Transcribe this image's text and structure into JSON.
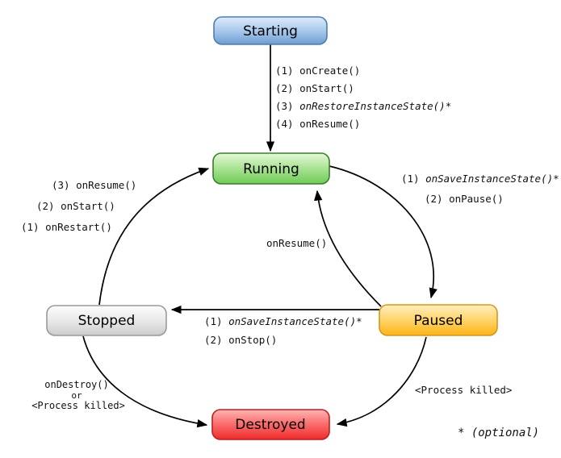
{
  "states": {
    "starting": {
      "label": "Starting",
      "colors": {
        "light": "#dcebfb",
        "mid": "#a9c9ec",
        "dark": "#6d9cd1",
        "border": "#4d7dad"
      }
    },
    "running": {
      "label": "Running",
      "colors": {
        "light": "#e4f9d7",
        "mid": "#a8e392",
        "dark": "#6fcb58",
        "border": "#3a7d2e"
      }
    },
    "stopped": {
      "label": "Stopped",
      "colors": {
        "light": "#fdfdfd",
        "mid": "#e9e9e9",
        "dark": "#cccccc",
        "border": "#999999"
      }
    },
    "paused": {
      "label": "Paused",
      "colors": {
        "light": "#ffefc0",
        "mid": "#ffd46a",
        "dark": "#fcb316",
        "border": "#d6951b"
      }
    },
    "destroyed": {
      "label": "Destroyed",
      "colors": {
        "light": "#ffb5b5",
        "mid": "#fa6a6a",
        "dark": "#ee2c2c",
        "border": "#bb1f1f"
      }
    }
  },
  "transitions": {
    "starting_to_running": {
      "lines": [
        {
          "prefix": "(1)",
          "fn": "onCreate()"
        },
        {
          "prefix": "(2)",
          "fn": "onStart()"
        },
        {
          "prefix": "(3)",
          "fn": "onRestoreInstanceState()*"
        },
        {
          "prefix": "(4)",
          "fn": "onResume()"
        }
      ]
    },
    "running_to_paused": {
      "lines": [
        {
          "prefix": "(1)",
          "fn": "onSaveInstanceState()*"
        },
        {
          "prefix": "(2)",
          "fn": "onPause()"
        }
      ]
    },
    "paused_to_running": {
      "label": "onResume()"
    },
    "stopped_to_running": {
      "lines": [
        {
          "prefix": "(3)",
          "fn": "onResume()"
        },
        {
          "prefix": "(2)",
          "fn": "onStart()"
        },
        {
          "prefix": "(1)",
          "fn": "onRestart()"
        }
      ]
    },
    "paused_to_stopped": {
      "lines": [
        {
          "prefix": "(1)",
          "fn": "onSaveInstanceState()*"
        },
        {
          "prefix": "(2)",
          "fn": "onStop()"
        }
      ]
    },
    "stopped_to_destroyed": {
      "lines": [
        "onDestroy()",
        "or",
        "<Process killed>"
      ]
    },
    "paused_to_destroyed": {
      "label": "<Process killed>"
    }
  },
  "footnote": {
    "star": "*",
    "text": "(optional)"
  }
}
